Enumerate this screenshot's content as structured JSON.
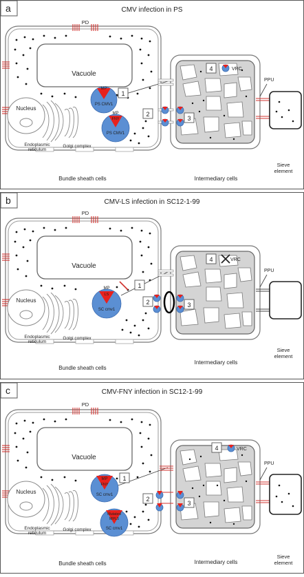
{
  "panels": [
    {
      "letter": "a",
      "title": "CMV infection in PS",
      "pd": "PD",
      "vacuole": "Vacuole",
      "nucleus": "Nucleus",
      "er": [
        "Endoplasmic",
        "reticulum"
      ],
      "golgi": "Golgi complex",
      "bundle_sheath": "Bundle sheath cells",
      "intermediary": "Intermediary cells",
      "sieve": [
        "Sieve",
        "element"
      ],
      "ppu": "PPU",
      "vrc": "VRC",
      "steps": [
        "1",
        "2",
        "3",
        "4"
      ],
      "virus_labels": [
        "PS CMV1",
        "PS CMV1"
      ],
      "mp_labels": [
        "MP",
        "MP",
        "FNY"
      ],
      "blocked": false
    },
    {
      "letter": "b",
      "title": "CMV-LS infection in SC12-1-99",
      "pd": "PD",
      "vacuole": "Vacuole",
      "nucleus": "Nucleus",
      "er": [
        "Endoplasmic",
        "reticulum"
      ],
      "golgi": "Golgi complex",
      "bundle_sheath": "Bundle sheath cells",
      "intermediary": "Intermediary cells",
      "sieve": [
        "Sieve",
        "element"
      ],
      "ppu": "PPU",
      "vrc": "VRC",
      "steps": [
        "1",
        "2",
        "3",
        "4"
      ],
      "virus_labels": [
        "SC cmv1"
      ],
      "mp_labels": [
        "MP",
        "LS"
      ],
      "blocked": true
    },
    {
      "letter": "c",
      "title": "CMV-FNY infection in SC12-1-99",
      "pd": "PD",
      "vacuole": "Vacuole",
      "nucleus": "Nucleus",
      "er": [
        "Endoplasmic",
        "reticulum"
      ],
      "golgi": "Golgi complex",
      "bundle_sheath": "Bundle sheath cells",
      "intermediary": "Intermediary cells",
      "sieve": [
        "Sieve",
        "element"
      ],
      "ppu": "PPU",
      "vrc": "VRC",
      "steps": [
        "1",
        "2",
        "3",
        "4"
      ],
      "virus_labels": [
        "SC cmv1",
        "SC cmv1"
      ],
      "mp_labels": [
        "MP",
        "FNY",
        "Mutated",
        "MPL5"
      ],
      "blocked": false
    }
  ],
  "colors": {
    "virus_blue": "#5b8fd3",
    "mp_red": "#e8211d",
    "cytoplasm_grey": "#d4d4d4",
    "pd_red": "#d0312d"
  }
}
